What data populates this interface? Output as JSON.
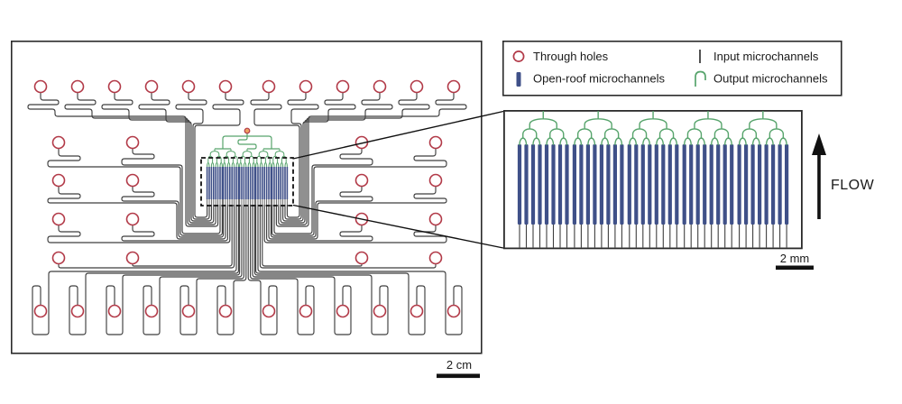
{
  "legend": {
    "items": [
      {
        "icon": "through-hole-icon",
        "label": "Through holes"
      },
      {
        "icon": "open-roof-microchannel-icon",
        "label": "Open-roof microchannels"
      },
      {
        "icon": "input-microchannel-icon",
        "label": "Input microchannels"
      },
      {
        "icon": "output-microchannel-icon",
        "label": "Output microchannels"
      }
    ]
  },
  "left_panel": {
    "scale_bar": "2 cm",
    "inlet_through_hole_count": 40,
    "outlet_through_hole_count": 1,
    "input_microchannel_count": 40,
    "output_tree_count": 5
  },
  "zoom_panel": {
    "scale_bar": "2 mm",
    "flow_label": "FLOW",
    "open_roof_microchannel_count": 40,
    "output_tree_count": 5,
    "channels_per_tree": 8
  },
  "colors": {
    "through_hole_red": "#b23a48",
    "outlet_dot_fill": "#eda263",
    "open_roof_blue": "#3f5088",
    "output_green": "#57a46c",
    "channel_gray": "#3f3f3f",
    "ink": "#1a1a1a"
  }
}
